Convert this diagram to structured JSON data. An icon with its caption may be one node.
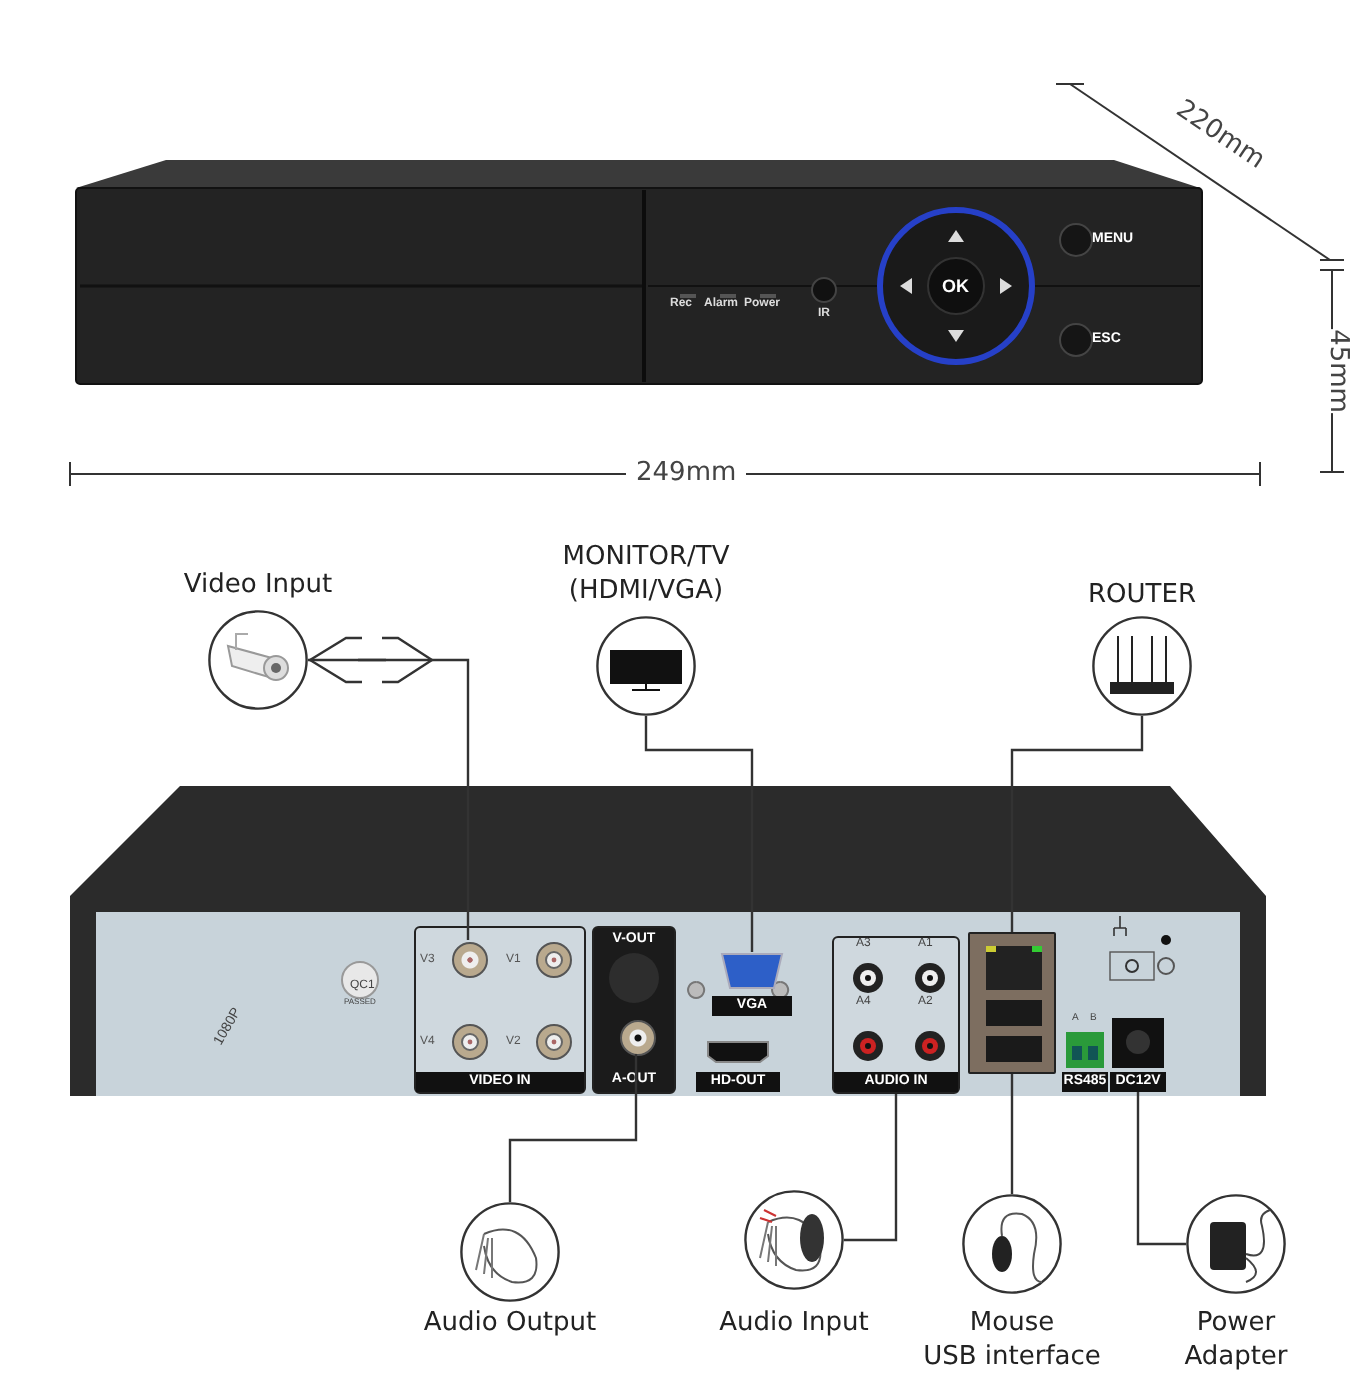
{
  "diagram": {
    "nodes": [
      {
        "text": [
          "Video Input"
        ]
      },
      {
        "text": [
          "MONITOR/TV (HDMI/VGA)"
        ]
      },
      {
        "text": [
          "ROUTER"
        ]
      },
      {
        "text": [
          "VIDEO IN"
        ]
      },
      {
        "text": [],
        "shape": "circle",
        "in": 3
      },
      {
        "text": [
          "V-OUT",
          "A-OUT"
        ]
      },
      {
        "text": [],
        "shape": "circle",
        "in": 5
      },
      {
        "text": [
          "VGA"
        ]
      },
      {
        "text": [
          "HD-OUT"
        ]
      },
      {
        "text": [
          "AUDIO IN"
        ]
      },
      {
        "text": [],
        "shape": "box"
      },
      {
        "text": [
          "RS485"
        ]
      },
      {
        "text": [
          "DC12V"
        ]
      },
      {
        "text": [
          "Audio Output"
        ]
      },
      {
        "text": [
          "Audio Input"
        ]
      },
      {
        "text": [
          "Mouse",
          "USB interface"
        ]
      },
      {
        "text": [
          "Power Adapter"
        ]
      }
    ],
    "edges": [
      {
        "from": 0,
        "to": 4,
        "arrow": "none"
      },
      {
        "from": 1,
        "to": 7,
        "arrow": "none"
      },
      {
        "from": 2,
        "to": 10,
        "arrow": "none"
      },
      {
        "from": 13,
        "to": 6,
        "arrow": "none"
      },
      {
        "from": 14,
        "to": 9,
        "arrow": "none"
      },
      {
        "from": 15,
        "to": 10,
        "arrow": "none"
      },
      {
        "from": 16,
        "to": 12,
        "arrow": "none"
      }
    ],
    "labels": [
      "220mm",
      "MENU",
      "OK",
      "Rec",
      "Alarm",
      "Power",
      "IR",
      "ESC",
      "45mm",
      "249mm",
      "1080P",
      "QC1",
      "PASSED",
      "V3",
      "V1",
      "V4",
      "V2",
      "A3",
      "A1",
      "A4",
      "A2",
      "A",
      "B"
    ]
  }
}
